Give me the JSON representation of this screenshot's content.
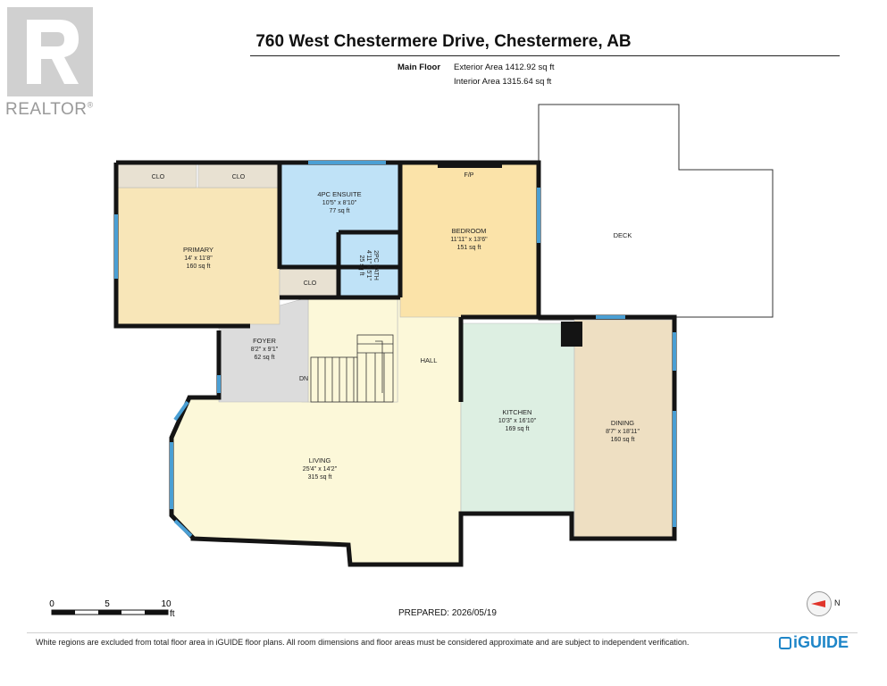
{
  "logo": {
    "text": "REALTOR",
    "mark": "®",
    "icon": "realtor-r-logo"
  },
  "header": {
    "title": "760 West Chestermere Drive, Chestermere, AB",
    "floor": "Main Floor",
    "exterior_area": "Exterior Area 1412.92 sq ft",
    "interior_area": "Interior Area 1315.64 sq ft"
  },
  "rooms": {
    "clo1": {
      "name": "CLO"
    },
    "clo2": {
      "name": "CLO"
    },
    "clo3": {
      "name": "CLO"
    },
    "ensuite": {
      "name": "4PC ENSUITE",
      "dims": "10'5\" x 8'10\"",
      "area": "77 sq ft"
    },
    "bedroom": {
      "name": "BEDROOM",
      "dims": "11'11\" x 13'6\"",
      "area": "151 sq ft",
      "fp": "F/P"
    },
    "deck": {
      "name": "DECK"
    },
    "primary": {
      "name": "PRIMARY",
      "dims": "14' x 11'8\"",
      "area": "160 sq ft"
    },
    "bath": {
      "name": "2PC BATH",
      "dims": "4'11\" x 5'1\"",
      "area": "25 sq ft"
    },
    "foyer": {
      "name": "FOYER",
      "dims": "8'2\" x 9'1\"",
      "area": "62 sq ft"
    },
    "stairs": {
      "label": "DN"
    },
    "hall": {
      "name": "HALL"
    },
    "kitchen": {
      "name": "KITCHEN",
      "dims": "10'3\" x 16'10\"",
      "area": "169 sq ft"
    },
    "dining": {
      "name": "DINING",
      "dims": "8'7\" x 18'11\"",
      "area": "160 sq ft"
    },
    "living": {
      "name": "LIVING",
      "dims": "25'4\" x 14'2\"",
      "area": "315 sq ft"
    }
  },
  "colors": {
    "wall": "#141414",
    "window": "#4a9fd4",
    "primary": "#f8e6b8",
    "closet": "#e8e1d2",
    "ensuite": "#bfe2f7",
    "bedroom": "#fbe3a9",
    "bath": "#bfe2f7",
    "foyer": "#dcdcdc",
    "hall": "#fcf8d9",
    "living": "#fcf8d9",
    "kitchen": "#ddefe2",
    "dining": "#eedfc2"
  },
  "scale": {
    "ticks": [
      "0",
      "5",
      "10"
    ],
    "unit": "ft"
  },
  "footer": {
    "prepared": "PREPARED: 2026/05/19",
    "disclaimer": "White regions are excluded from total floor area in iGUIDE floor plans. All room dimensions and floor areas must be considered approximate and are subject to independent verification.",
    "brand": "iGUIDE",
    "compass_label": "N"
  }
}
